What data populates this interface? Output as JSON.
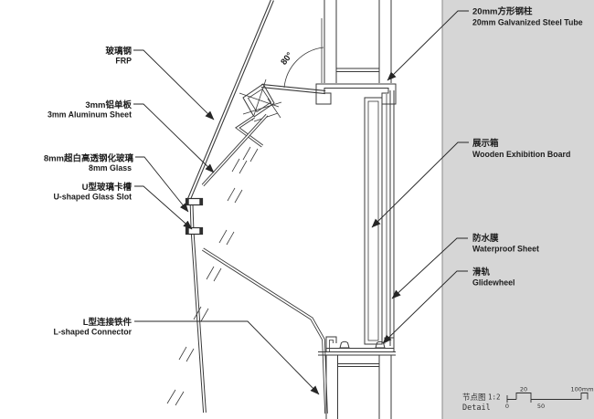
{
  "colors": {
    "line": "#3a3a3a",
    "panel": "#d6d6d6",
    "panel_edge": "#8a8a8a",
    "text": "#1c1c1c"
  },
  "annotations": {
    "angle": "80°"
  },
  "labels_left": [
    {
      "zh": "玻璃钢",
      "en": "FRP"
    },
    {
      "zh": "3mm铝单板",
      "en": "3mm Aluminum Sheet"
    },
    {
      "zh": "8mm超白高透钢化玻璃",
      "en": "8mm Glass"
    },
    {
      "zh": "U型玻璃卡槽",
      "en": "U-shaped Glass Slot"
    },
    {
      "zh": "L型连接铁件",
      "en": "L-shaped Connector"
    }
  ],
  "labels_right": [
    {
      "zh": "20mm方形钢柱",
      "en": "20mm Galvanized Steel Tube"
    },
    {
      "zh": "展示箱",
      "en": "Wooden Exhibition Board"
    },
    {
      "zh": "防水膜",
      "en": "Waterproof Sheet"
    },
    {
      "zh": "滑轨",
      "en": "Glidewheel"
    }
  ],
  "title_block": {
    "zh": "节点图",
    "scale": "1:2",
    "en": "Detail",
    "ticks": [
      "0",
      "20",
      "50",
      "100mm"
    ]
  }
}
